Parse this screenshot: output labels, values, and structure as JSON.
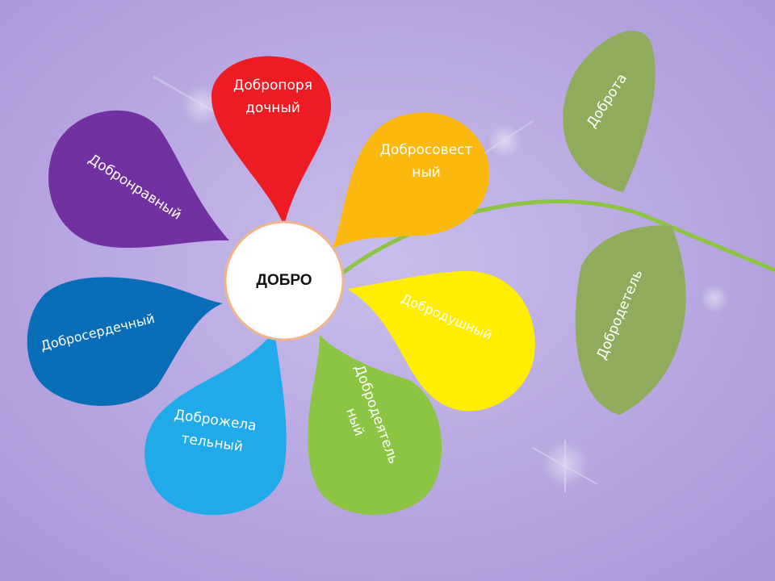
{
  "center": {
    "label": "ДОБРО"
  },
  "petals": [
    {
      "id": "red",
      "lines": [
        "Добропоря",
        "дочный"
      ],
      "color": "#ED1C24"
    },
    {
      "id": "orange",
      "lines": [
        "Добросовест",
        "ный"
      ],
      "color": "#FBB80F"
    },
    {
      "id": "yellow",
      "lines": [
        "Добродушный"
      ],
      "color": "#FFEE00"
    },
    {
      "id": "green",
      "lines": [
        "Добродеятель",
        "ный"
      ],
      "color": "#8CC443"
    },
    {
      "id": "lightblue",
      "lines": [
        "Доброжела",
        "тельный"
      ],
      "color": "#20AAE9"
    },
    {
      "id": "blue",
      "lines": [
        "Добросердечный"
      ],
      "color": "#0A6DB8"
    },
    {
      "id": "purple",
      "lines": [
        "Добронравный"
      ],
      "color": "#7231A0"
    }
  ],
  "leaves": [
    {
      "id": "top",
      "label": "Доброта",
      "color": "#8FAC5C"
    },
    {
      "id": "bottom",
      "label": "Добродетель",
      "color": "#8FAC5C"
    }
  ],
  "colors": {
    "background": "#B9A8E2",
    "stem": "#8CC443",
    "center_ring": "#F2B58A",
    "center_fill": "#FFFFFF"
  }
}
